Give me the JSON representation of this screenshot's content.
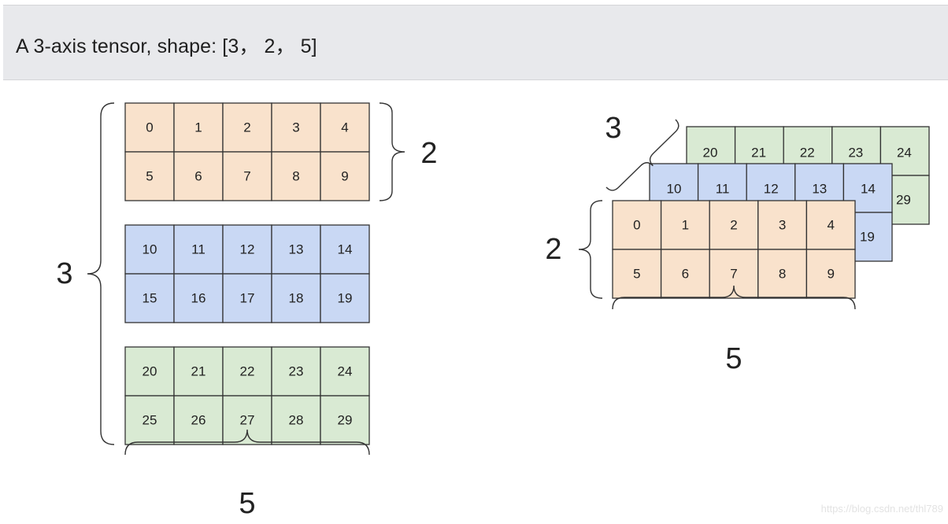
{
  "header": {
    "title": "A 3-axis tensor, shape: [3， 2， 5]"
  },
  "tensor": {
    "shape": [
      3,
      2,
      5
    ],
    "layers": [
      {
        "color": "#f9e2cc",
        "values": [
          [
            0,
            1,
            2,
            3,
            4
          ],
          [
            5,
            6,
            7,
            8,
            9
          ]
        ]
      },
      {
        "color": "#c9d8f4",
        "values": [
          [
            10,
            11,
            12,
            13,
            14
          ],
          [
            15,
            16,
            17,
            18,
            19
          ]
        ]
      },
      {
        "color": "#d9ead3",
        "values": [
          [
            20,
            21,
            22,
            23,
            24
          ],
          [
            25,
            26,
            27,
            28,
            29
          ]
        ]
      }
    ]
  },
  "left_diagram": {
    "rows_label": "2",
    "layers_label": "3",
    "cols_label": "5"
  },
  "right_diagram": {
    "rows_label": "2",
    "layers_label": "3",
    "cols_label": "5"
  },
  "watermark": "https://blog.csdn.net/thl789"
}
